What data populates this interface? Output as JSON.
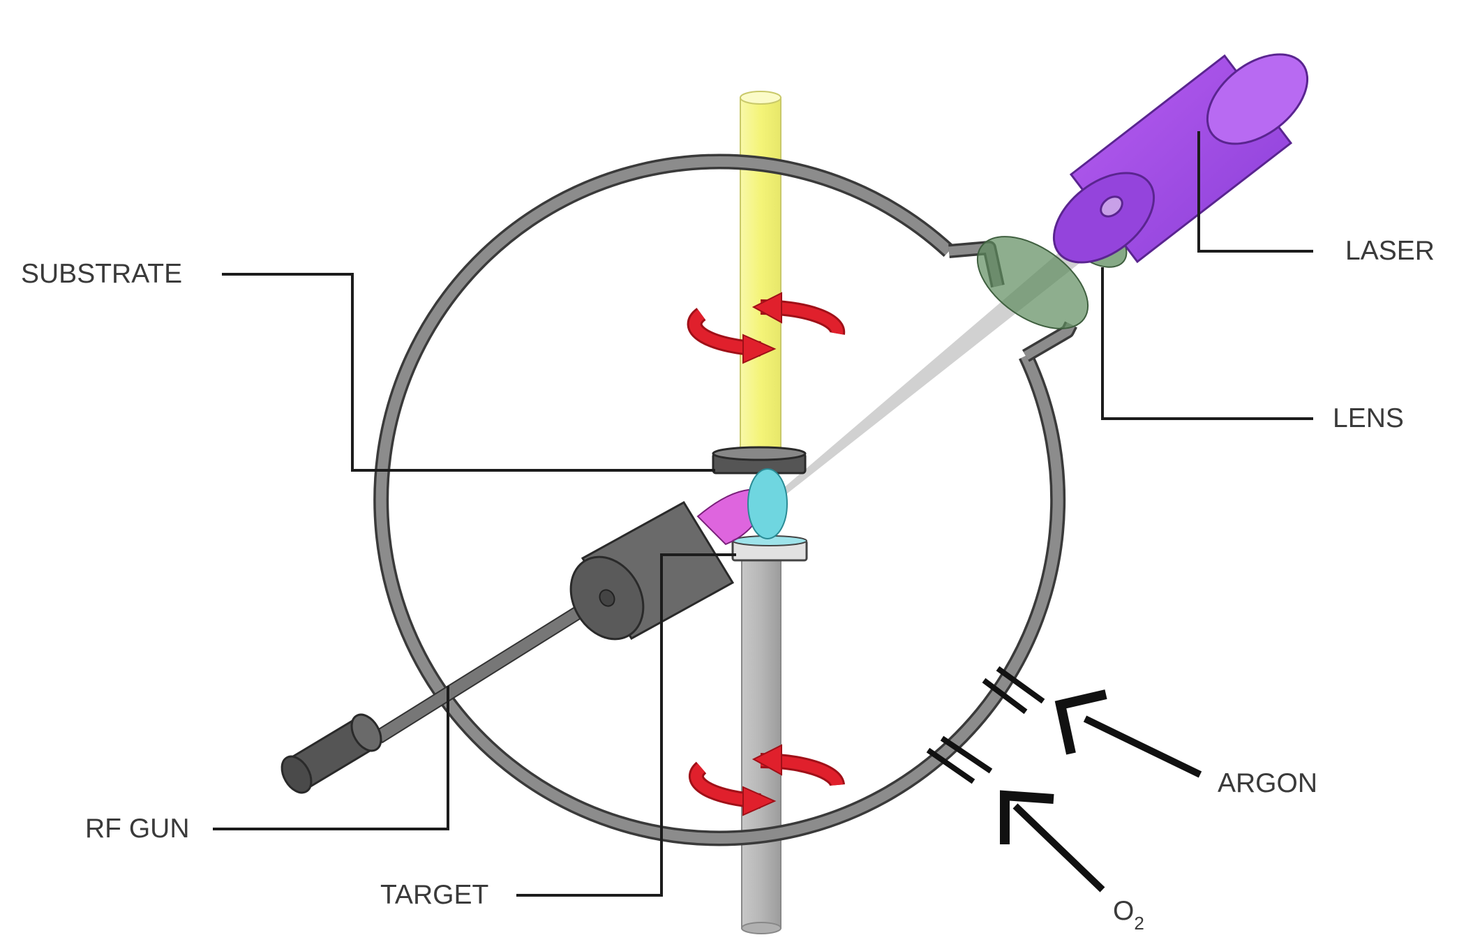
{
  "labels": {
    "substrate": "SUBSTRATE",
    "laser": "LASER",
    "lens": "LENS",
    "rf_gun": "RF GUN",
    "target": "TARGET",
    "argon": "ARGON",
    "o2_base": "O",
    "o2_sub": "2"
  },
  "colors": {
    "chamber_wall": "#8a8a8a",
    "laser_body": "#a04fe6",
    "lens": "#5a8a5a",
    "substrate_rod": "#f4f486",
    "target_rod": "#bdbdbd",
    "plume_magenta": "#d84ad8",
    "plume_cyan": "#6fd6e0",
    "rotation_arrow": "#e0202c",
    "rf_gun": "#666666"
  },
  "icons": [
    "rotation-arrow-icon",
    "gas-inlet-arrow-icon"
  ]
}
